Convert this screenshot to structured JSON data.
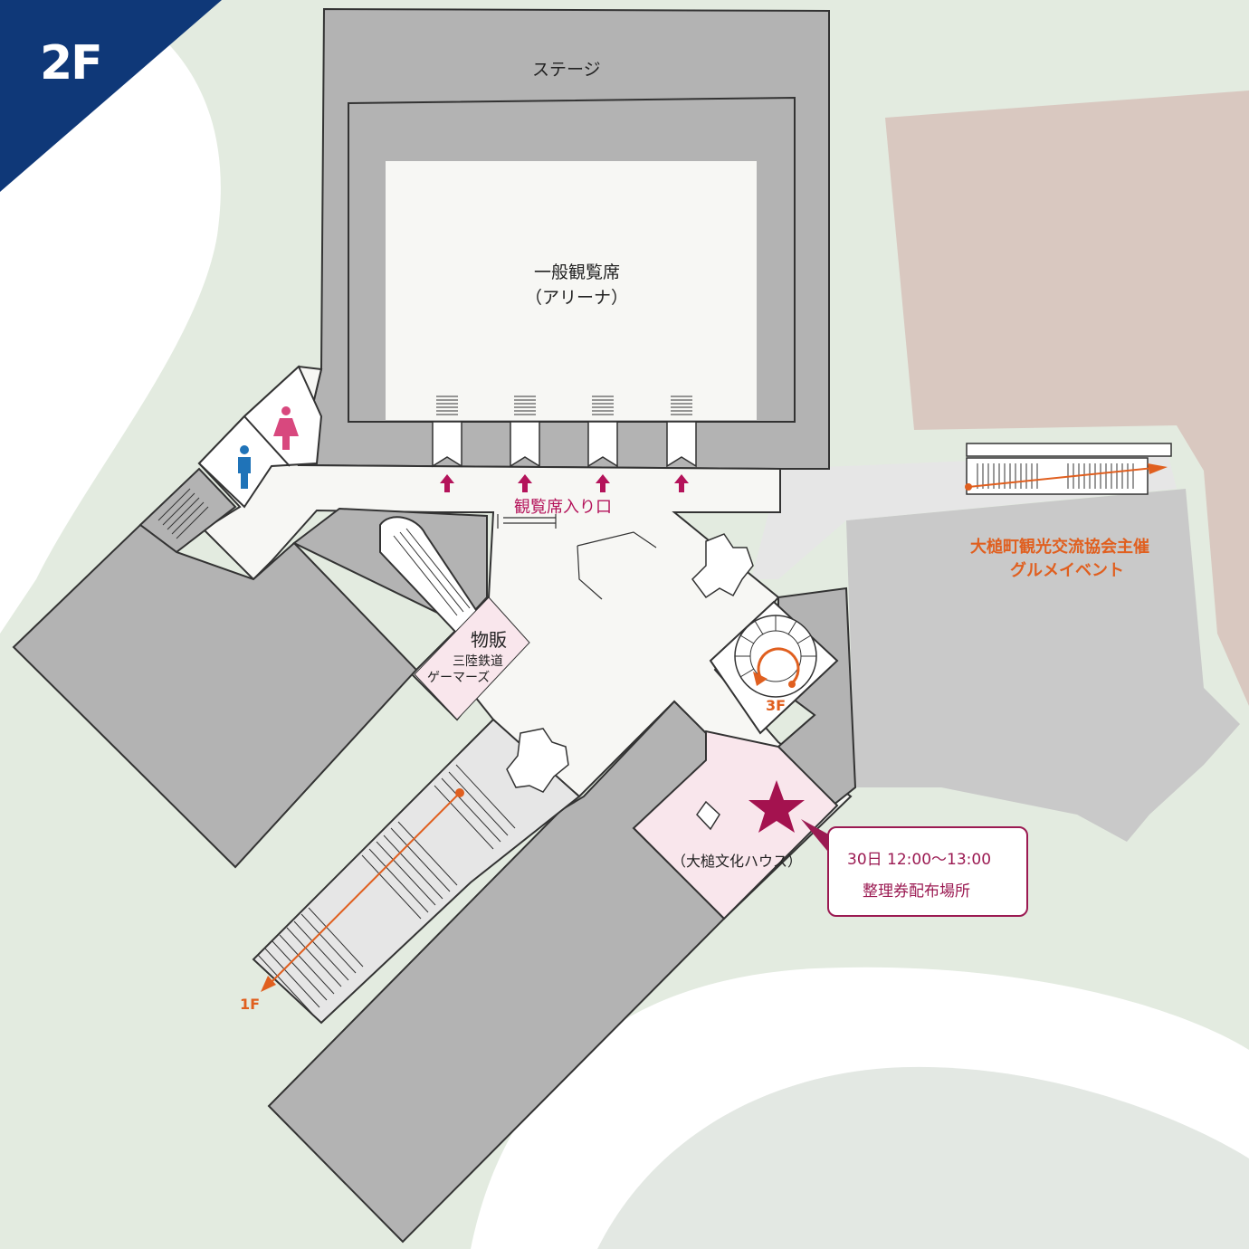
{
  "floor": {
    "label": "2F"
  },
  "areas": {
    "stage": "ステージ",
    "arena_line1": "一般観覧席",
    "arena_line2": "（アリーナ）",
    "entrance": "観覧席入り口",
    "shop_title": "物販",
    "shop_sub1": "三陸鉄道",
    "shop_sub2": "ゲーマーズ",
    "event_line1": "大槌町観光交流協会主催",
    "event_line2": "グルメイベント",
    "house": "（大槌文化ハウス）"
  },
  "stairs": {
    "up_label": "3F",
    "down_label": "1F"
  },
  "callout": {
    "line1": "30日 12:00〜13:00",
    "line2": "整理券配布場所"
  },
  "colors": {
    "background": "#e3ebe0",
    "building": "#b3b3b3",
    "lightgray": "#c9c9c9",
    "floor": "#f7f7f4",
    "arena": "#f7f7f4",
    "pink": "#f9e6ec",
    "brown": "#d9c8c0",
    "navy": "#0f3878",
    "magenta": "#b4135a",
    "orange": "#e05f1f",
    "male": "#1f73b8",
    "female": "#d8487e"
  },
  "icons": [
    "male-restroom-icon",
    "female-restroom-icon",
    "star-icon",
    "spiral-stairs-icon",
    "entry-arrow-icon",
    "door-icon",
    "escalator-icon"
  ]
}
